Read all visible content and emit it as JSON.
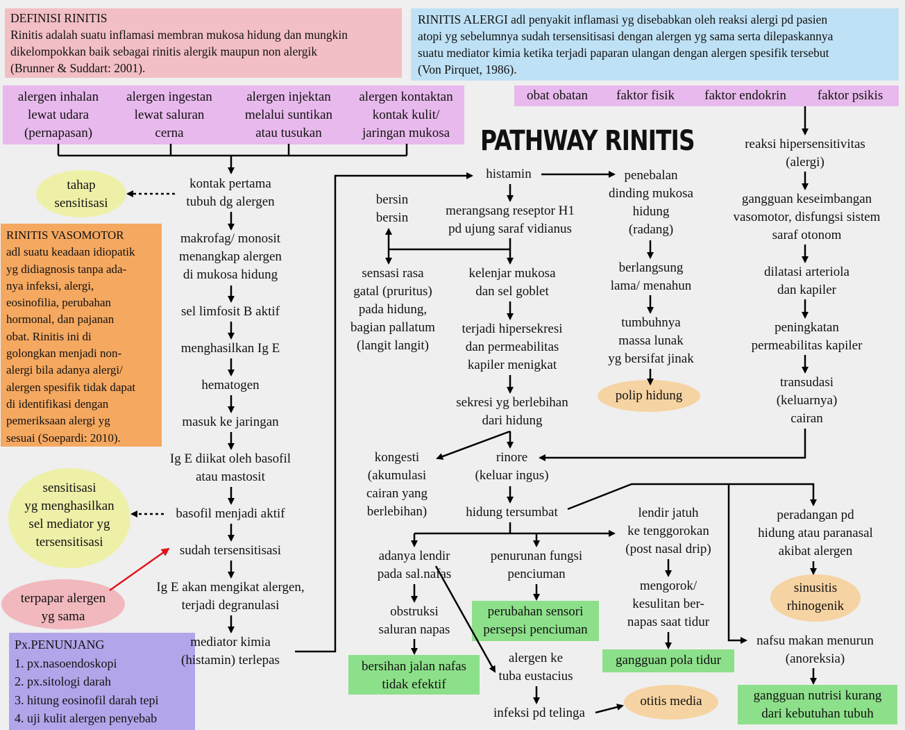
{
  "title": "PATHWAY RINITIS",
  "definisi": {
    "heading": "DEFINISI RINITIS",
    "lines": [
      "Rinitis adalah suatu inflamasi membran mukosa hidung dan mungkin",
      "dikelompokkan baik sebagai rinitis alergik maupun non alergik",
      "(Brunner & Suddart: 2001)."
    ]
  },
  "alergi_def": {
    "lines": [
      "RINITIS ALERGI adl penyakit inflamasi yg disebabkan oleh reaksi alergi pd pasien",
      "atopi yg sebelumnya sudah tersensitisasi dengan alergen yg sama serta dilepaskannya",
      "suatu mediator kimia ketika terjadi paparan ulangan dengan alergen spesifik tersebut",
      "(Von Pirquet, 1986)."
    ]
  },
  "allergens": [
    [
      "alergen inhalan",
      "lewat udara",
      "(pernapasan)"
    ],
    [
      "alergen ingestan",
      "lewat saluran",
      "cerna"
    ],
    [
      "alergen injektan",
      "melalui suntikan",
      "atau tusukan"
    ],
    [
      "alergen kontaktan",
      "kontak kulit/",
      "jaringan mukosa"
    ]
  ],
  "factors": [
    "obat obatan",
    "faktor fisik",
    "faktor endokrin",
    "faktor psikis"
  ],
  "vasomotor": {
    "heading": "RINITIS VASOMOTOR",
    "lines": [
      "adl suatu keadaan idiopatik",
      "yg didiagnosis tanpa ada-",
      "nya infeksi, alergi,",
      "eosinofilia, perubahan",
      "hormonal, dan pajanan",
      "obat. Rinitis ini di",
      "golongkan menjadi non-",
      "alergi bila adanya alergi/",
      "alergen spesifik tidak dapat",
      "di identifikasi dengan",
      "pemeriksaan alergi yg",
      "sesuai (Soepardi: 2010)."
    ]
  },
  "penunjang": {
    "heading": "Px.PENUNJANG",
    "items": [
      "1. px.nasoendoskopi",
      "2. px.sitologi darah",
      "3. hitung eosinofil darah tepi",
      "4. uji kulit alergen penyebab"
    ]
  },
  "nodes": {
    "kontak": [
      "kontak pertama",
      "tubuh dg alergen"
    ],
    "tahap": [
      "tahap",
      "sensitisasi"
    ],
    "makrofag": [
      "makrofag/ monosit",
      "menangkap alergen",
      "di mukosa hidung"
    ],
    "limfosit": [
      "sel limfosit B aktif"
    ],
    "ige": [
      "menghasilkan Ig E"
    ],
    "hematogen": [
      "hematogen"
    ],
    "masuk": [
      "masuk ke jaringan"
    ],
    "diikat": [
      "Ig E diikat oleh basofil",
      "atau mastosit"
    ],
    "sensitisasi_ell": [
      "sensitisasi",
      "yg menghasilkan",
      "sel mediator yg",
      "tersensitisasi"
    ],
    "basofil": [
      "basofil menjadi aktif"
    ],
    "sudah": [
      "sudah tersensitisasi"
    ],
    "terpapar": [
      "terpapar alergen",
      "yg sama"
    ],
    "mengikat": [
      "Ig E akan mengikat alergen,",
      "terjadi degranulasi"
    ],
    "mediator": [
      "mediator kimia",
      "(histamin) terlepas"
    ],
    "histamin": [
      "histamin"
    ],
    "bersin": [
      "bersin",
      "bersin"
    ],
    "reseptor": [
      "merangsang reseptor H1",
      "pd ujung saraf vidianus"
    ],
    "sensasi": [
      "sensasi rasa",
      "gatal (pruritus)",
      "pada hidung,",
      "bagian pallatum",
      "(langit langit)"
    ],
    "kelenjar": [
      "kelenjar mukosa",
      "dan sel goblet"
    ],
    "hipersekresi": [
      "terjadi hipersekresi",
      "dan permeabilitas",
      "kapiler menigkat"
    ],
    "sekresi": [
      "sekresi yg berlebihan",
      "dari hidung"
    ],
    "penebalan": [
      "penebalan",
      "dinding mukosa",
      "hidung",
      "(radang)"
    ],
    "berlangsung": [
      "berlangsung",
      "lama/ menahun"
    ],
    "tumbuhnya": [
      "tumbuhnya",
      "massa lunak",
      "yg bersifat jinak"
    ],
    "polip": [
      "polip hidung"
    ],
    "reaksi": [
      "reaksi hipersensitivitas",
      "(alergi)"
    ],
    "gangguan_kes": [
      "gangguan keseimbangan",
      "vasomotor, disfungsi sistem",
      "saraf otonom"
    ],
    "dilatasi": [
      "dilatasi arteriola",
      "dan kapiler"
    ],
    "peningkatan": [
      "peningkatan",
      "permeabilitas kapiler"
    ],
    "transudasi": [
      "transudasi",
      "(keluarnya)",
      "cairan"
    ],
    "kongesti": [
      "kongesti",
      "(akumulasi",
      "cairan yang",
      "berlebihan)"
    ],
    "rinore": [
      "rinore",
      "(keluar ingus)"
    ],
    "tersumbat": [
      "hidung tersumbat"
    ],
    "lendir_jatuh": [
      "lendir jatuh",
      "ke tenggorokan",
      "(post nasal drip)"
    ],
    "peradangan": [
      "peradangan pd",
      "hidung atau paranasal",
      "akibat alergen"
    ],
    "adanya_lendir": [
      "adanya lendir",
      "pada sal.nafas"
    ],
    "penurunan": [
      "penurunan fungsi",
      "penciuman"
    ],
    "mengorok": [
      "mengorok/",
      "kesulitan ber-",
      "napas saat tidur"
    ],
    "sinusitis": [
      "sinusitis",
      "rhinogenik"
    ],
    "obstruksi": [
      "obstruksi",
      "saluran napas"
    ],
    "perubahan": [
      "perubahan sensori",
      "persepsi penciuman"
    ],
    "nafsu": [
      "nafsu makan menurun",
      "(anoreksia)"
    ],
    "bersihan": [
      "bersihan jalan nafas",
      "tidak efektif"
    ],
    "tuba": [
      "alergen ke",
      "tuba eustacius"
    ],
    "pola_tidur": [
      "gangguan pola tidur"
    ],
    "infeksi": [
      "infeksi pd telinga"
    ],
    "otitis": [
      "otitis media"
    ],
    "nutrisi": [
      "gangguan nutrisi kurang",
      "dari kebutuhan tubuh"
    ]
  }
}
